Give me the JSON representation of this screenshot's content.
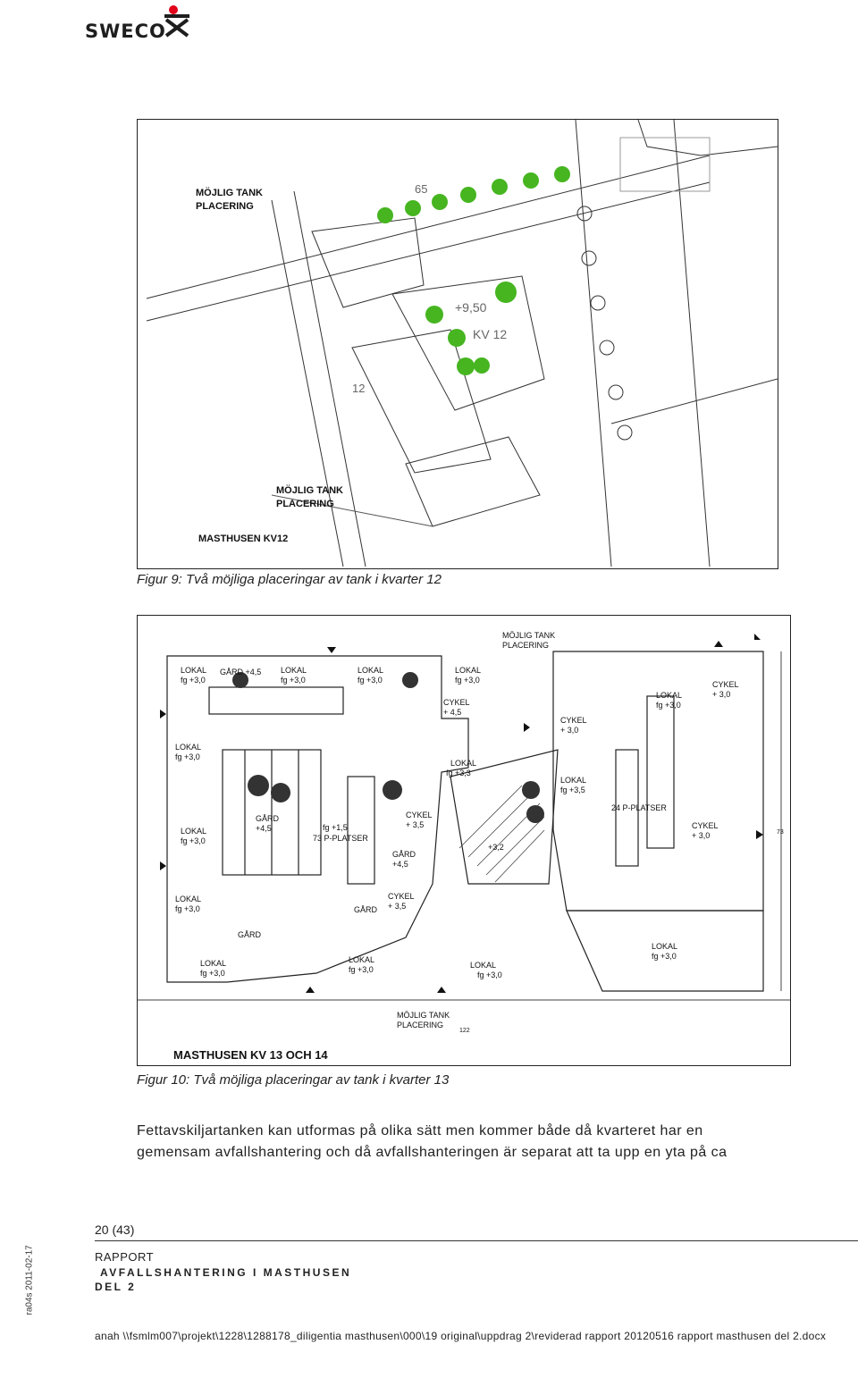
{
  "header": {
    "logo_text": "SWECO"
  },
  "figure1": {
    "caption": "Figur 9: Två möjliga placeringar av tank i kvarter 12",
    "labels": {
      "tank_top_1": "MÖJLIG TANK",
      "tank_top_2": "PLACERING",
      "tank_bottom_1": "MÖJLIG TANK",
      "tank_bottom_2": "PLACERING",
      "title": "MASTHUSEN KV12",
      "level": "+9,50",
      "block": "KV 12",
      "num_65": "65",
      "num_12": "12"
    }
  },
  "figure2": {
    "caption": "Figur 10: Två möjliga placeringar av tank i kvarter 13",
    "labels": {
      "tank_top_1": "MÖJLIG TANK",
      "tank_top_2": "PLACERING",
      "tank_bottom_1": "MÖJLIG TANK",
      "tank_bottom_2": "PLACERING",
      "title": "MASTHUSEN KV 13 OCH 14",
      "lokal": "LOKAL",
      "fg30": "fg +3,0",
      "fg33": "fg +3,3",
      "fg35": "fg +3,5",
      "fg15": "fg +1,5",
      "gard": "GÅRD",
      "gard45": "GÅRD +4,5",
      "v45": "+4,5",
      "v35": "+ 3,5",
      "v30": "+ 3,0",
      "v32": "+3,2",
      "cykel": "CYKEL",
      "cykel45": "+ 4,5",
      "p73": "73 P-PLATSER",
      "p24": "24 P-PLATSER",
      "dim122": "122",
      "dim73": "73"
    }
  },
  "body": {
    "line1": "Fettavskiljartanken kan utformas på olika sätt men kommer både då kvarteret har en",
    "line2": "gemensam avfallshantering och då avfallshanteringen är separat att ta upp en yta på ca"
  },
  "footer": {
    "page": "20 (43)",
    "side_code": "ra04s 2011-02-17",
    "report_type": "RAPPORT",
    "report_title": "AVFALLSHANTERING I MASTHUSEN",
    "report_part": "DEL 2",
    "file_path": "anah \\\\fsmlm007\\projekt\\1228\\1288178_diligentia masthusen\\000\\19 original\\uppdrag 2\\reviderad rapport 20120516 rapport masthusen del 2.docx"
  }
}
